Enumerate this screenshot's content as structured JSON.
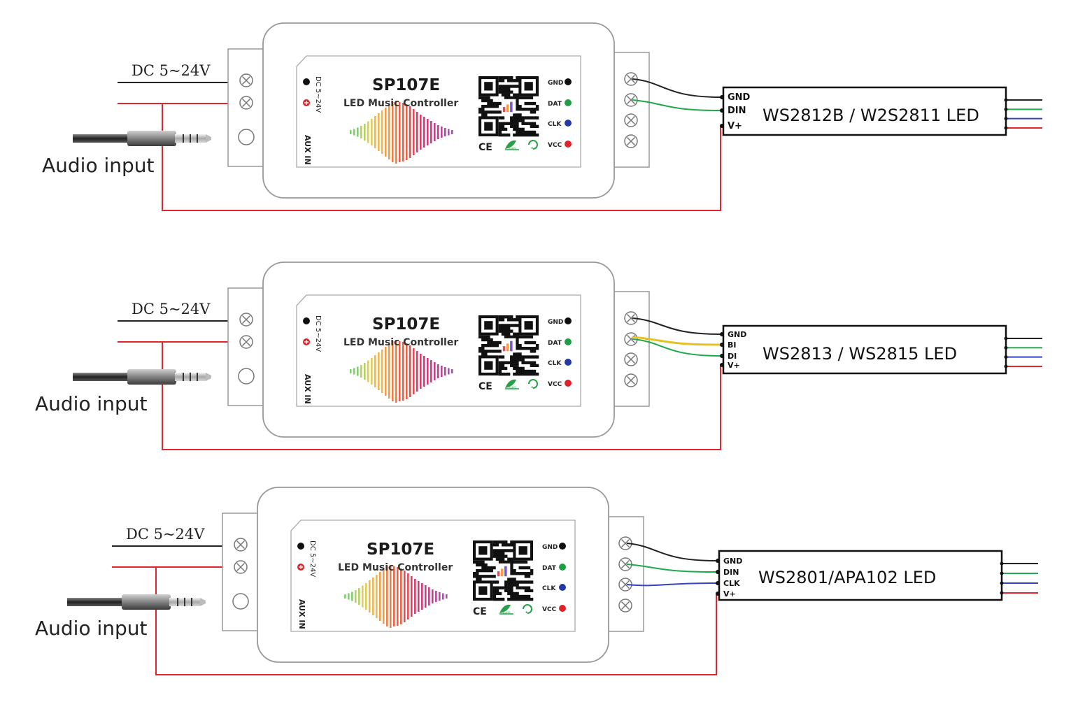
{
  "colors": {
    "gnd_wire": "#222222",
    "dat_wire": "#20a84a",
    "clk_wire": "#3344bb",
    "vcc_wire": "#e0252f",
    "bi_wire": "#e8c020"
  },
  "controller": {
    "model": "SP107E",
    "subtitle": "LED Music Controller",
    "power_side_label": "DC 5~24V",
    "aux_side_label": "AUX IN",
    "gnd_pin": "GND",
    "dat_pin": "DAT",
    "clk_pin": "CLK",
    "vcc_pin": "VCC",
    "ce_mark": "CE",
    "rohs_mark": "RoHS",
    "recycle_icon": "recycle-icon",
    "qr_icon": "qr-code-icon"
  },
  "wirings": [
    {
      "power_label": "DC 5~24V",
      "audio_label": "Audio input",
      "strip_pins": [
        "GND",
        "DIN",
        "V+"
      ],
      "strip_label": "WS2812B / W2S2811 LED"
    },
    {
      "power_label": "DC 5~24V",
      "audio_label": "Audio input",
      "strip_pins": [
        "GND",
        "BI",
        "DI",
        "V+"
      ],
      "strip_label": "WS2813 / WS2815 LED"
    },
    {
      "power_label": "DC 5~24V",
      "audio_label": "Audio input",
      "strip_pins": [
        "GND",
        "DIN",
        "CLK",
        "V+"
      ],
      "strip_label": "WS2801/APA102  LED"
    }
  ]
}
